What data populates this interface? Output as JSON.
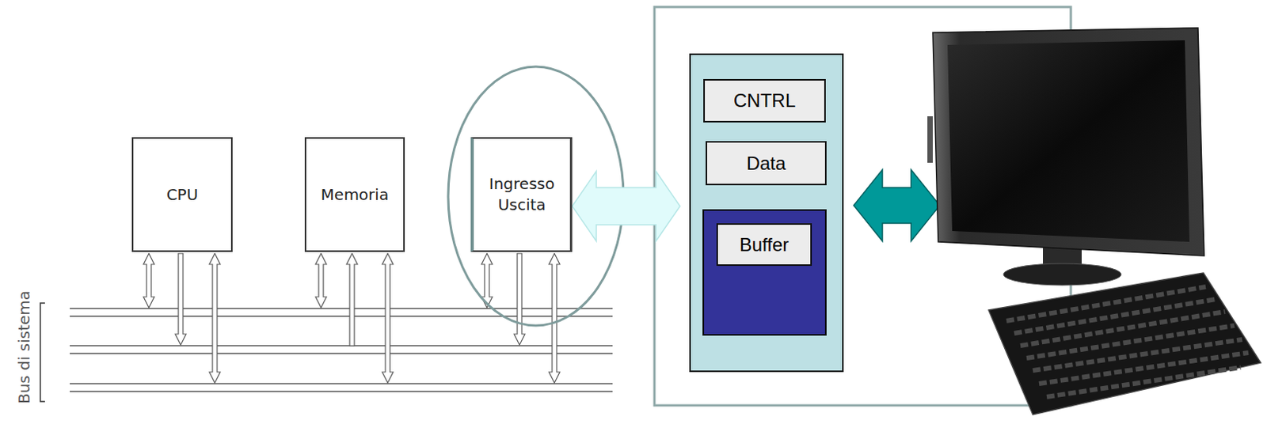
{
  "diagram": {
    "nodes": [
      {
        "text": [
          "CPU"
        ]
      },
      {
        "text": [
          "Memoria"
        ]
      },
      {
        "text": [
          "Ingresso Uscita"
        ]
      },
      {
        "text": [
          "CNTRL"
        ]
      },
      {
        "text": [
          "Data"
        ]
      },
      {
        "text": [
          "Buffer"
        ]
      }
    ],
    "labels": [
      "Bus di sistema"
    ]
  }
}
